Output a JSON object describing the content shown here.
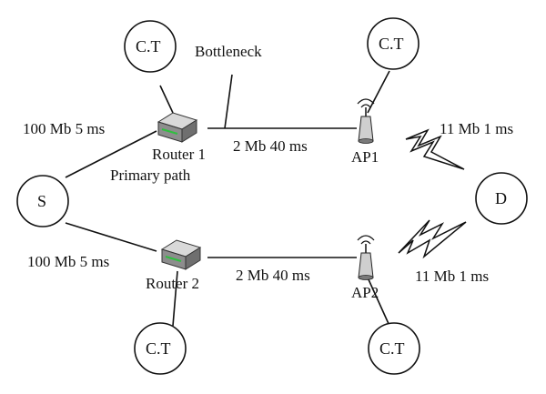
{
  "nodes": {
    "ct_top_left": "C.T",
    "ct_top_right": "C.T",
    "ct_bottom_left": "C.T",
    "ct_bottom_right": "C.T",
    "source": "S",
    "destination": "D"
  },
  "devices": {
    "router1": "Router 1",
    "router1_sub": "Primary path",
    "router2": "Router 2",
    "ap1": "AP1",
    "ap2": "AP2"
  },
  "links": {
    "s_router1": "100 Mb 5 ms",
    "s_router2": "100 Mb 5 ms",
    "router1_ap1": "2 Mb 40 ms",
    "router2_ap2": "2 Mb 40 ms",
    "ap1_d": "11 Mb 1 ms",
    "ap2_d": "11 Mb 1 ms"
  },
  "annotations": {
    "bottleneck": "Bottleneck"
  },
  "colors": {
    "line": "#111111",
    "router_body": "#9a9a9a",
    "router_led": "#2fbf3f"
  }
}
